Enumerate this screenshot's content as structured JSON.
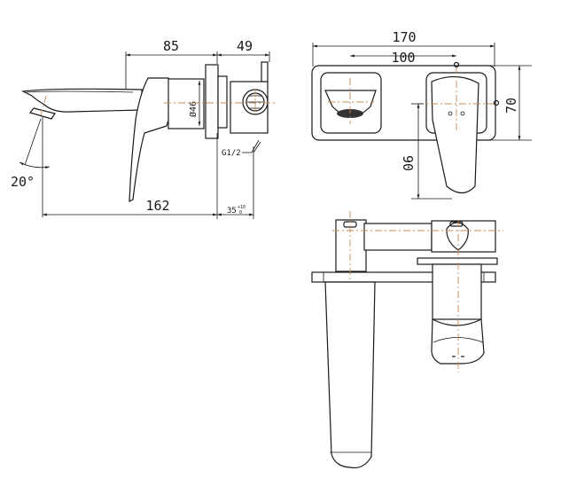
{
  "drawing": {
    "title": "Wall-mounted basin mixer dimension drawing",
    "colors": {
      "line": "#1a1a1a",
      "centerline": "#c08a5a",
      "background": "#ffffff"
    },
    "side_view": {
      "dim_spout_to_wall": "85",
      "dim_wall_to_body": "49",
      "dim_flange_dia": "Ø46",
      "dim_total_length": "162",
      "dim_wall_depth": "35",
      "dim_wall_depth_tol_upper": "+10",
      "dim_wall_depth_tol_lower": "0",
      "thread": "G1/2",
      "angle": "20°"
    },
    "front_view": {
      "dim_plate_width": "170",
      "dim_centers": "100",
      "dim_plate_height": "70",
      "dim_handle_drop": "90"
    }
  }
}
